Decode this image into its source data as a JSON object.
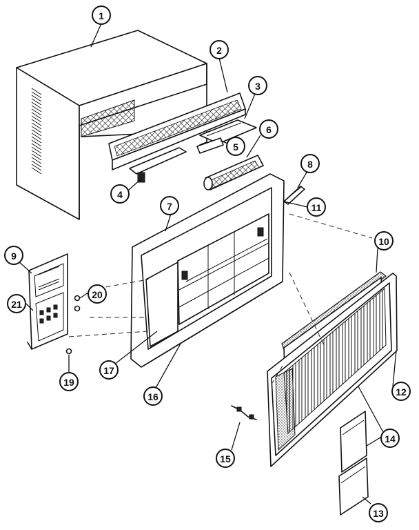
{
  "callouts": [
    {
      "id": "1",
      "label": "1"
    },
    {
      "id": "2",
      "label": "2"
    },
    {
      "id": "3",
      "label": "3"
    },
    {
      "id": "4",
      "label": "4"
    },
    {
      "id": "5",
      "label": "5"
    },
    {
      "id": "6",
      "label": "6"
    },
    {
      "id": "7",
      "label": "7"
    },
    {
      "id": "8",
      "label": "8"
    },
    {
      "id": "9",
      "label": "9"
    },
    {
      "id": "10",
      "label": "10"
    },
    {
      "id": "11",
      "label": "11"
    },
    {
      "id": "12",
      "label": "12"
    },
    {
      "id": "13",
      "label": "13"
    },
    {
      "id": "14",
      "label": "14"
    },
    {
      "id": "15",
      "label": "15"
    },
    {
      "id": "16",
      "label": "16"
    },
    {
      "id": "17",
      "label": "17"
    },
    {
      "id": "19",
      "label": "19"
    },
    {
      "id": "20",
      "label": "20"
    },
    {
      "id": "21",
      "label": "21"
    }
  ],
  "colors": {
    "line": "#111111",
    "background": "#ffffff"
  }
}
